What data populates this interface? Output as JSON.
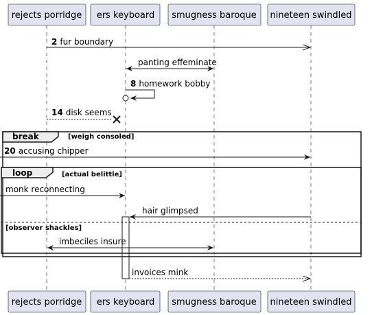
{
  "participants": [
    {
      "id": "p1",
      "label": "rejects porridge"
    },
    {
      "id": "p2",
      "label": "ers keyboard"
    },
    {
      "id": "p3",
      "label": "smugness baroque"
    },
    {
      "id": "p4",
      "label": "nineteen swindled"
    }
  ],
  "messages": [
    {
      "id": "m1",
      "number": "2",
      "text": "fur boundary"
    },
    {
      "id": "m2",
      "number": "",
      "text": "panting effeminate"
    },
    {
      "id": "m3",
      "number": "8",
      "text": "homework bobby"
    },
    {
      "id": "m4",
      "number": "14",
      "text": "disk seems"
    },
    {
      "id": "m5",
      "number": "20",
      "text": "accusing chipper"
    },
    {
      "id": "m6",
      "number": "",
      "text": "monk reconnecting"
    },
    {
      "id": "m7",
      "number": "",
      "text": "hair glimpsed"
    },
    {
      "id": "m8",
      "number": "",
      "text": "imbeciles insure"
    },
    {
      "id": "m9",
      "number": "",
      "text": "invoices mink"
    }
  ],
  "fragments": {
    "break": {
      "keyword": "break",
      "condition": "[weigh consoled]"
    },
    "loop": {
      "keyword": "loop",
      "condition": "[actual belittle]",
      "else_condition": "[observer shackles]"
    }
  },
  "colors": {
    "participant_fill": "#E2E2F0",
    "participant_border": "#181818",
    "lifeline": "#181818",
    "fragment_header_fill": "#EEEEEE",
    "text": "#000000"
  }
}
